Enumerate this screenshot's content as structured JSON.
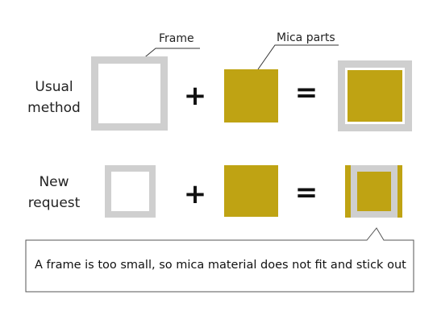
{
  "labels": {
    "frame": "Frame",
    "mica_parts": "Mica parts"
  },
  "rows": [
    {
      "line1": "Usual",
      "line2": "method"
    },
    {
      "line1": "New",
      "line2": "request"
    }
  ],
  "operators": {
    "plus": "+",
    "equals": "="
  },
  "note": "A frame is too small, so mica material does not fit and stick out",
  "colors": {
    "frame": "#cfcfcf",
    "mica": "#bfa313"
  }
}
